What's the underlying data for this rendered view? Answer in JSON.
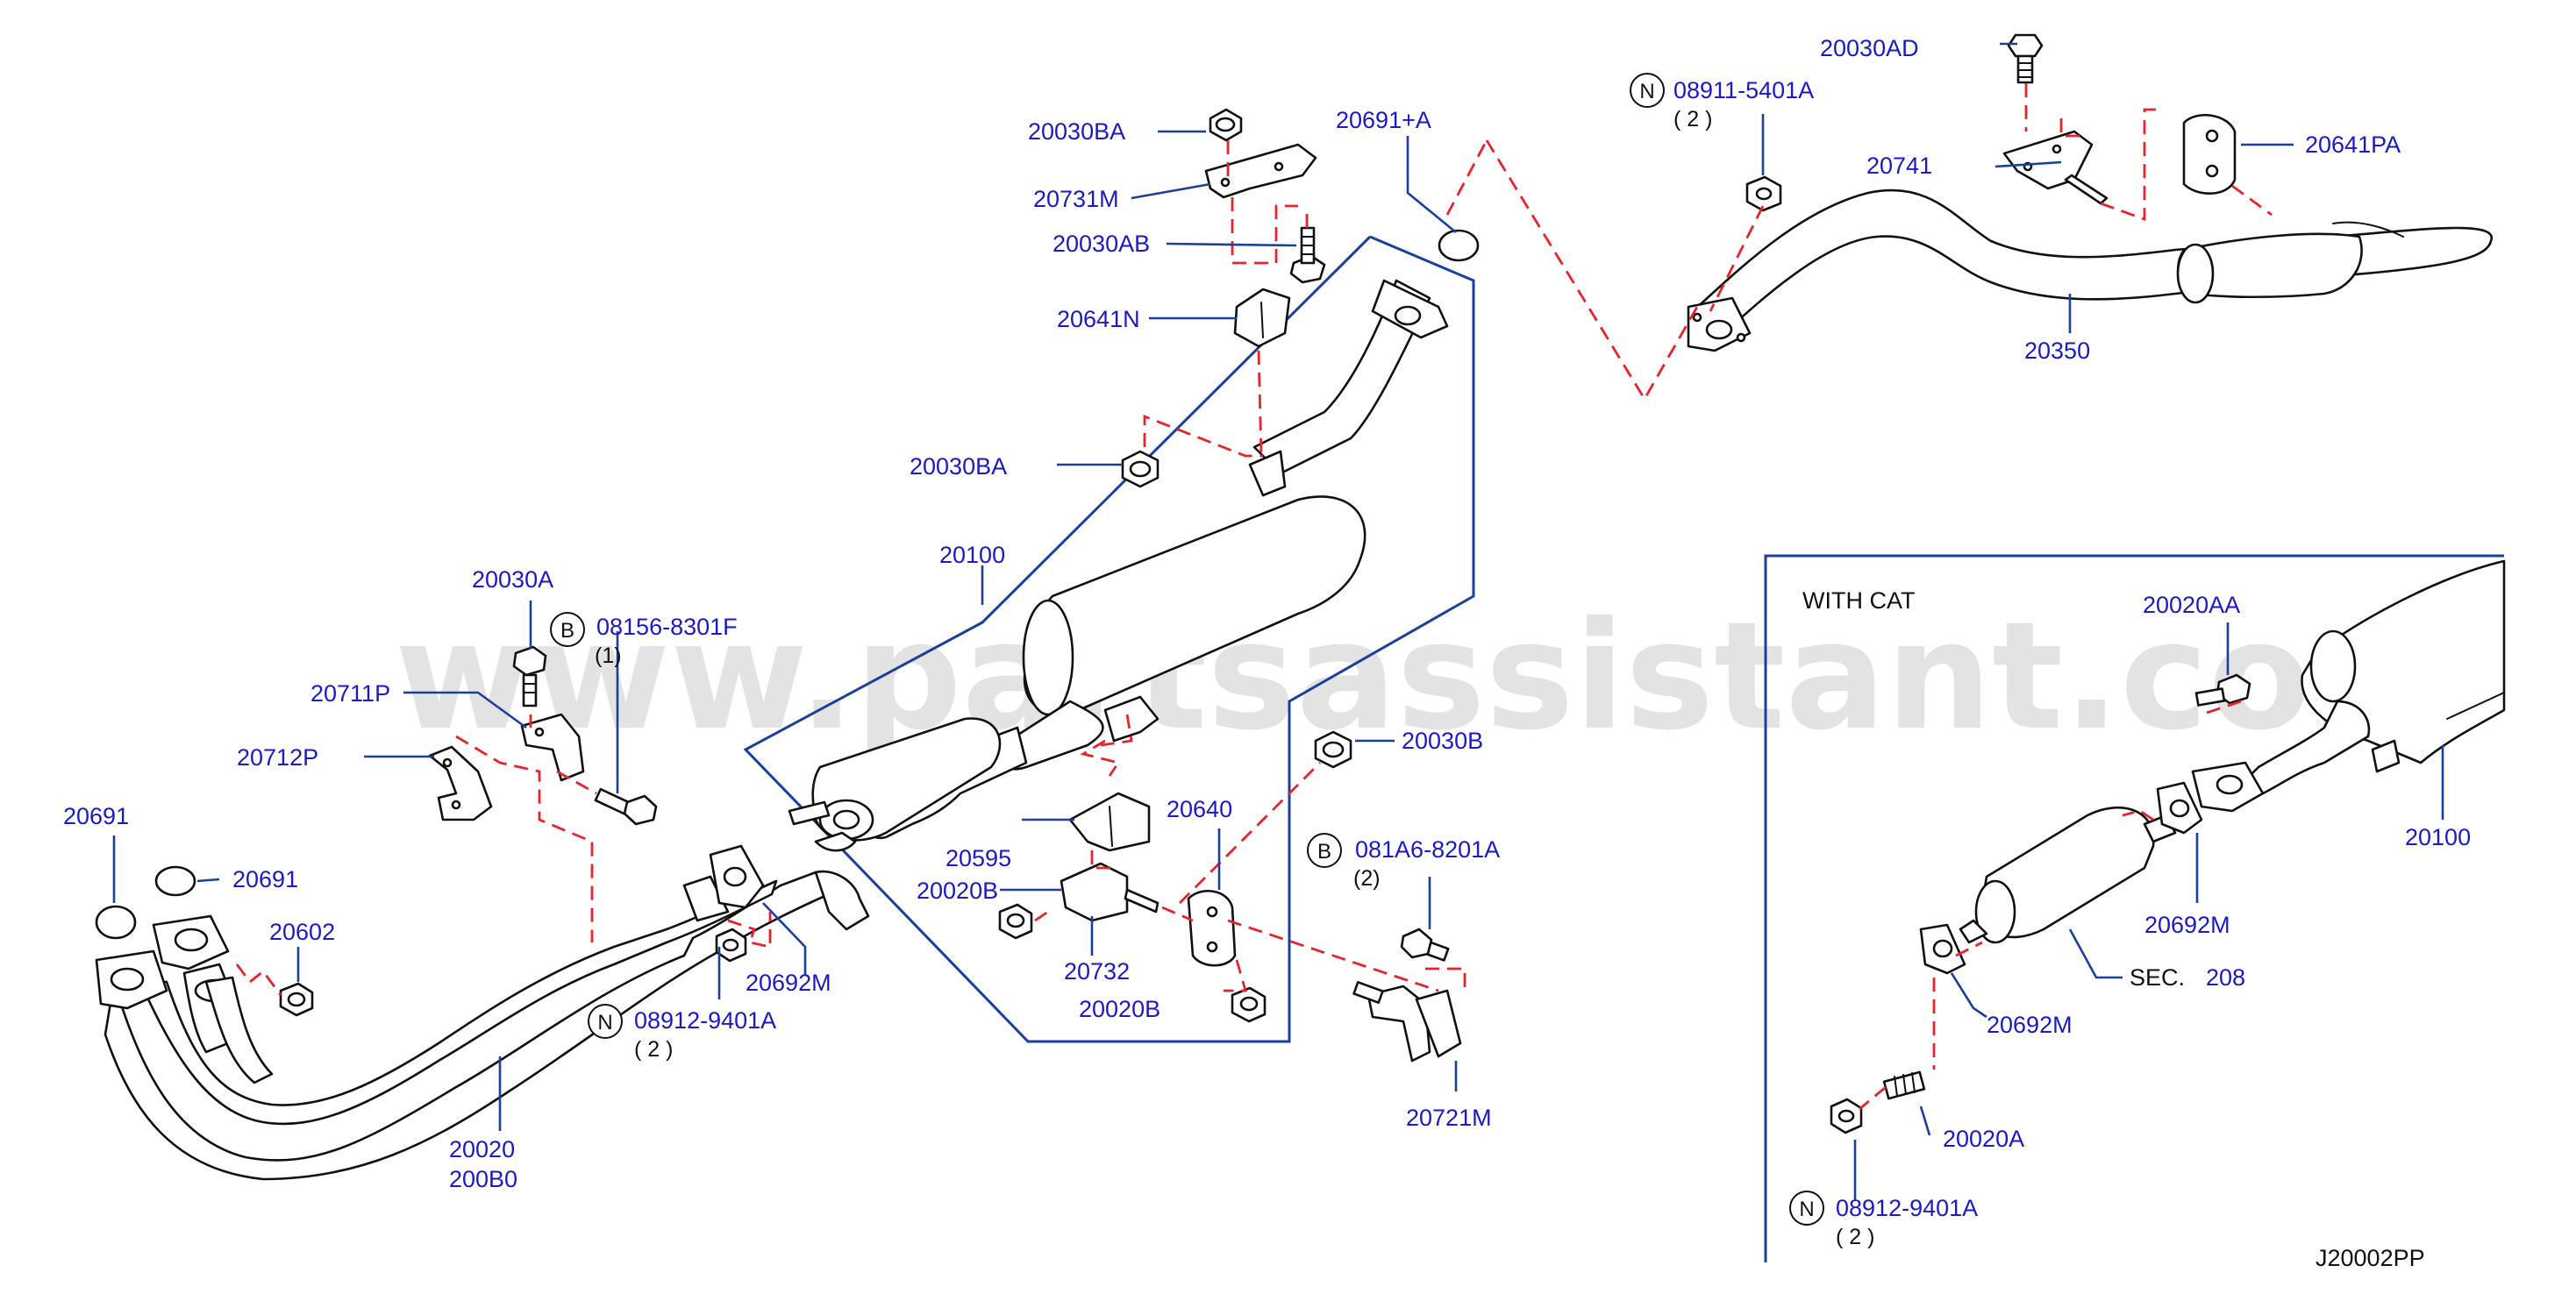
{
  "watermark": "www.partsassistant.com",
  "figure_code": "J20002PP",
  "inset": {
    "title": "WITH CAT",
    "sec_label": "SEC.",
    "sec_ref": "208"
  },
  "labels": {
    "p20030BA_top": "20030BA",
    "p20731M": "20731M",
    "p20030AB": "20030AB",
    "p20641N": "20641N",
    "p20030BA_mid": "20030BA",
    "p20691A": "20691+A",
    "p20100": "20100",
    "p20030A": "20030A",
    "b08156": "08156-8301F",
    "b08156_qty": "(1)",
    "p20711P": "20711P",
    "p20712P": "20712P",
    "p20691_left": "20691",
    "p20691_mid": "20691",
    "p20602": "20602",
    "p20692M_main": "20692M",
    "n08912_main": "08912-9401A",
    "n08912_main_qty": "( 2 )",
    "p20020": "20020",
    "p200B0": "200B0",
    "p20595": "20595",
    "p20020B_a": "20020B",
    "p20732": "20732",
    "p20020B_b": "20020B",
    "p20640": "20640",
    "p20030B": "20030B",
    "b081A6": "081A6-8201A",
    "b081A6_qty": "(2)",
    "p20721M": "20721M",
    "p20030AD": "20030AD",
    "n08911": "08911-5401A",
    "n08911_qty": "( 2 )",
    "p20741": "20741",
    "p20641PA": "20641PA",
    "p20350": "20350",
    "inset_20020AA": "20020AA",
    "inset_20100": "20100",
    "inset_20692M_a": "20692M",
    "inset_20692M_b": "20692M",
    "inset_20020A": "20020A",
    "inset_n08912": "08912-9401A",
    "inset_n08912_qty": "( 2 )"
  },
  "circle_letters": {
    "B": "B",
    "N": "N"
  }
}
